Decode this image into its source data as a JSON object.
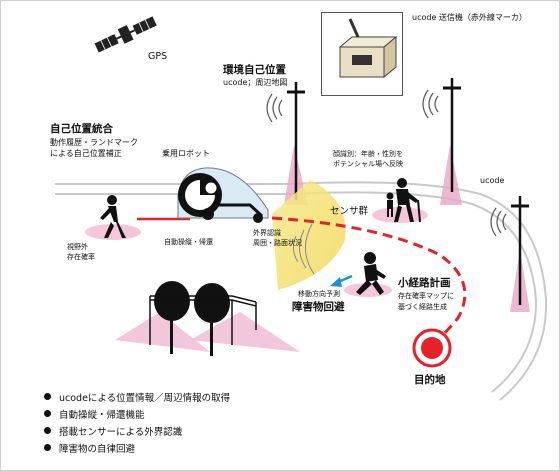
{
  "gps": {
    "label": "GPS"
  },
  "ucode_transmitter": {
    "label": "ucode 送信機（赤外線マーカ）"
  },
  "environment_position": {
    "title": "環境自己位置",
    "sub": "ucode；周辺地図"
  },
  "self_position": {
    "title": "自己位置統合",
    "lines": [
      "動作履歴・ランドマーク",
      "による自己位置補正"
    ]
  },
  "robot": {
    "label": "乗用ロボット",
    "auto_drive": "自動操縦・帰還"
  },
  "face_recognition": {
    "lines": [
      "顔識別：年齢・性別を",
      "ポテンシャル場へ反映"
    ]
  },
  "ucode_side": {
    "label": "ucode"
  },
  "sensor_group": {
    "label": "センサ群"
  },
  "external_recognition": {
    "lines": [
      "外界認識",
      "周囲・路面状況"
    ]
  },
  "out_of_view": {
    "lines": [
      "視野外",
      "存在確率"
    ]
  },
  "obstacle": {
    "movement": "移動方向予測",
    "avoid": "障害物回避"
  },
  "path_planning": {
    "title": "小経路計画",
    "lines": [
      "存在確率マップに",
      "基づく経路生成"
    ]
  },
  "destination": {
    "label": "目的地"
  },
  "legend": [
    "ucodeによる位置情報／周辺情報の取得",
    "自動操縦・帰還機能",
    "搭載センサーによる外界認識",
    "障害物の自律回避"
  ],
  "colors": {
    "path_red": "#e8202a",
    "pink": "#e8a3c6",
    "sensor_yellow": "#f4e46a",
    "arrow_blue": "#1f8fd6"
  }
}
